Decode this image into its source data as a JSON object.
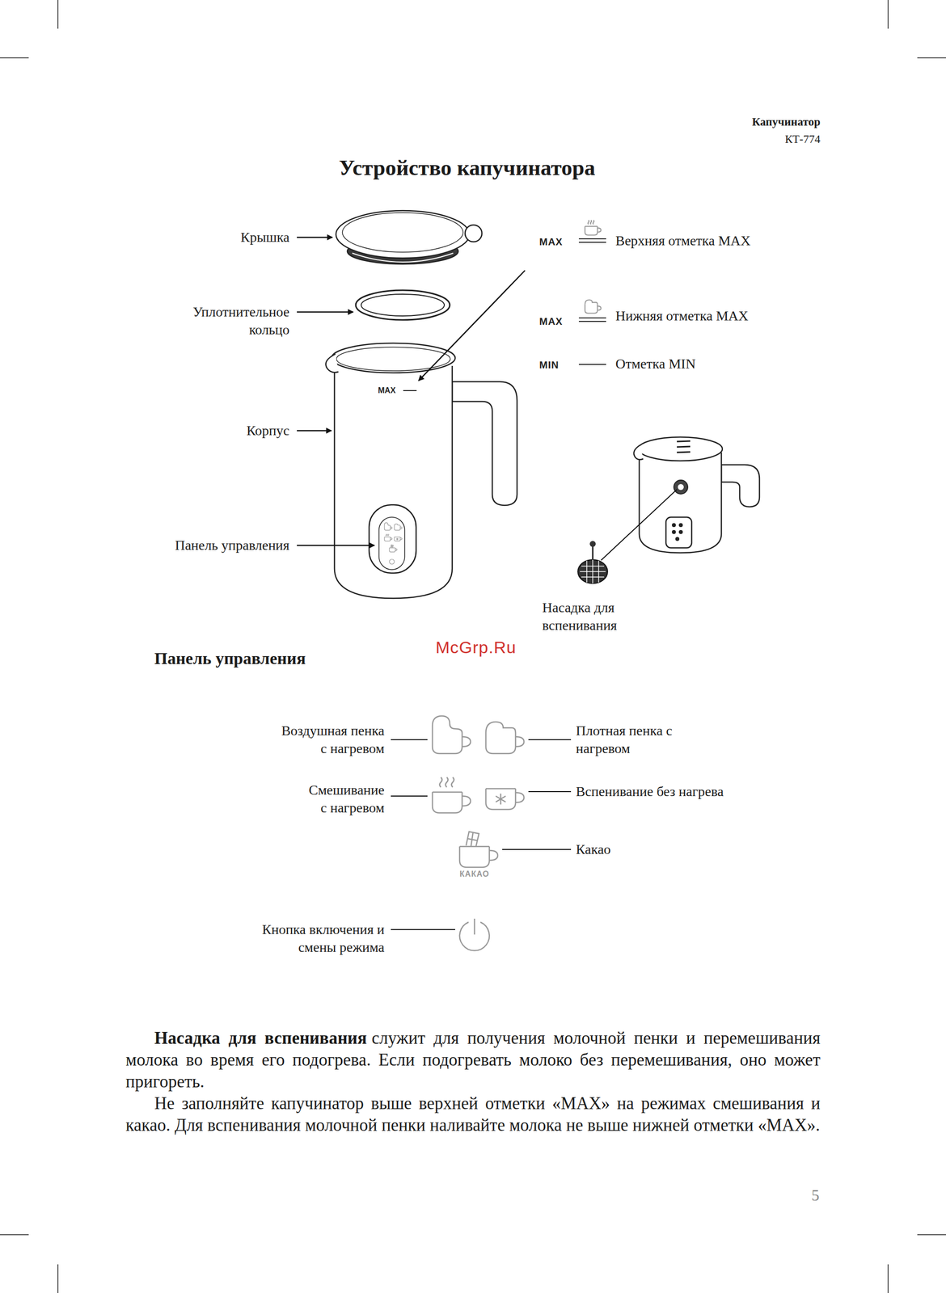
{
  "diagram": {
    "title": "Устройство капучинатора",
    "labels": [
      "Капучинатор",
      "КТ-774",
      "Крышка",
      "Уплотнительное кольцо",
      "Корпус",
      "Панель управления",
      "MAX",
      "Верхняя отметка MAX",
      "MAX",
      "Нижняя отметка MAX",
      "MIN",
      "Отметка MIN",
      "MAX",
      "Насадка для вспенивания",
      "McGrp.Ru",
      "Панель управления",
      "Воздушная пенка с нагревом",
      "Плотная пенка с нагревом",
      "Смешивание с нагревом",
      "Вспенивание без нагрева",
      "Какао",
      "КАКАО",
      "Кнопка включения и смены режима",
      "Насадка для вспенивания",
      "служит для получения молочной пенки и перемешивания молока во время его подогрева. Если подогревать молоко без перемешивания, оно может пригореть.",
      "Не заполняйте капучинатор выше верхней отметки «MAX» на режимах смешивания и какао. Для вспенивания молочной пенки наливайте молока не выше нижней отметки «MAX».",
      "5"
    ]
  }
}
